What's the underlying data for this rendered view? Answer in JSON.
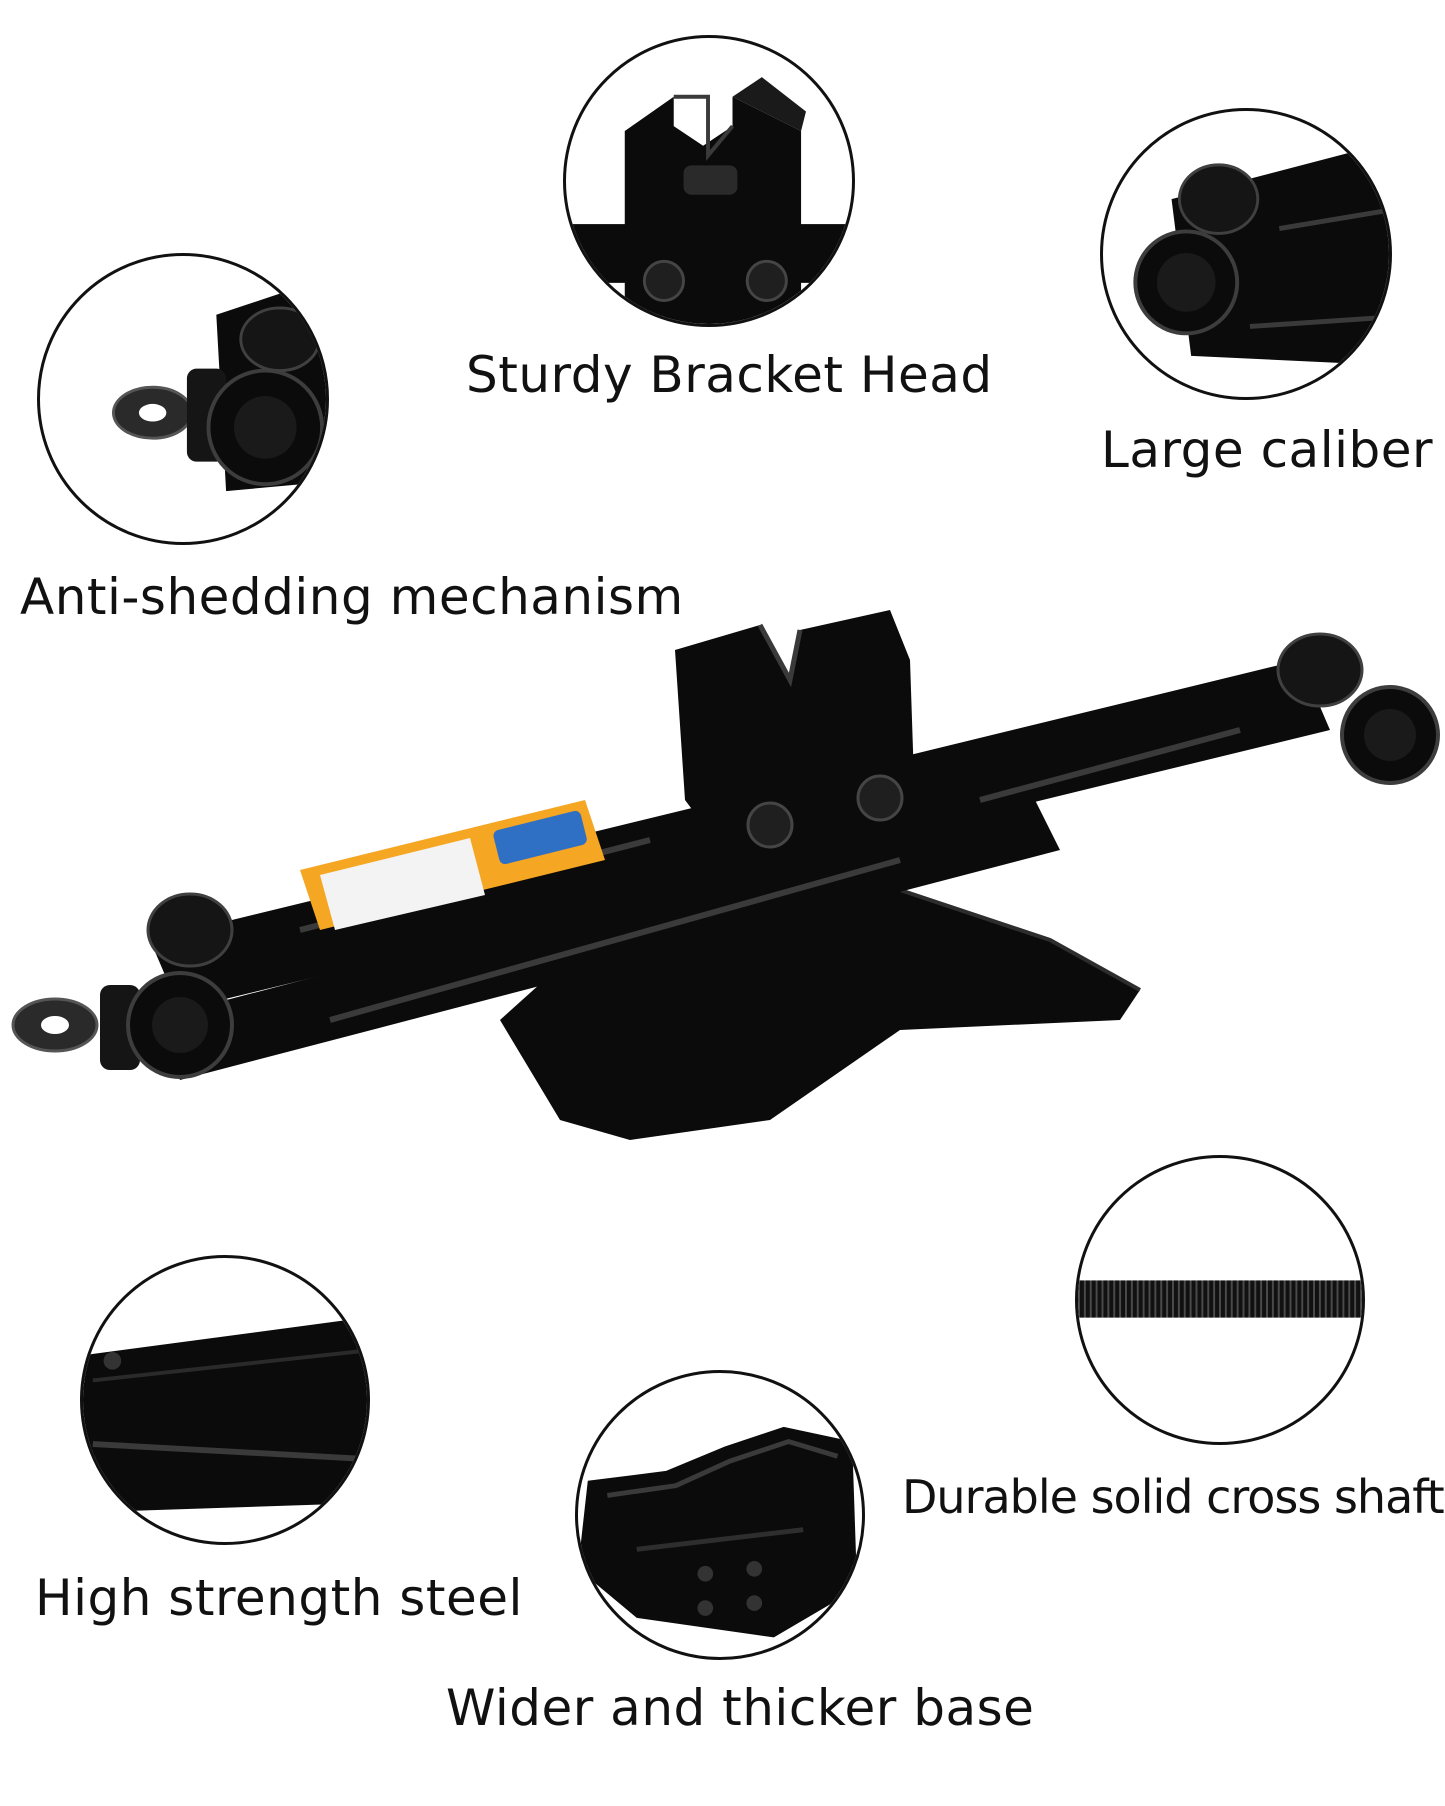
{
  "features": {
    "bracket_head": "Sturdy Bracket Head",
    "large_caliber": "Large caliber",
    "anti_shedding": "Anti-shedding mechanism",
    "high_strength": "High strength steel",
    "wider_base": "Wider and thicker base",
    "cross_shafts": "Durable solid cross shafts"
  },
  "colors": {
    "steel": "#0b0b0b",
    "highlight": "#3a3a3a",
    "sticker": "#f5a623",
    "badge": "#2f6fc4"
  },
  "icons": [
    "bracket-head-icon",
    "caliber-icon",
    "anti-shedding-icon",
    "steel-icon",
    "base-icon",
    "cross-shaft-icon",
    "scissor-jack-icon"
  ]
}
